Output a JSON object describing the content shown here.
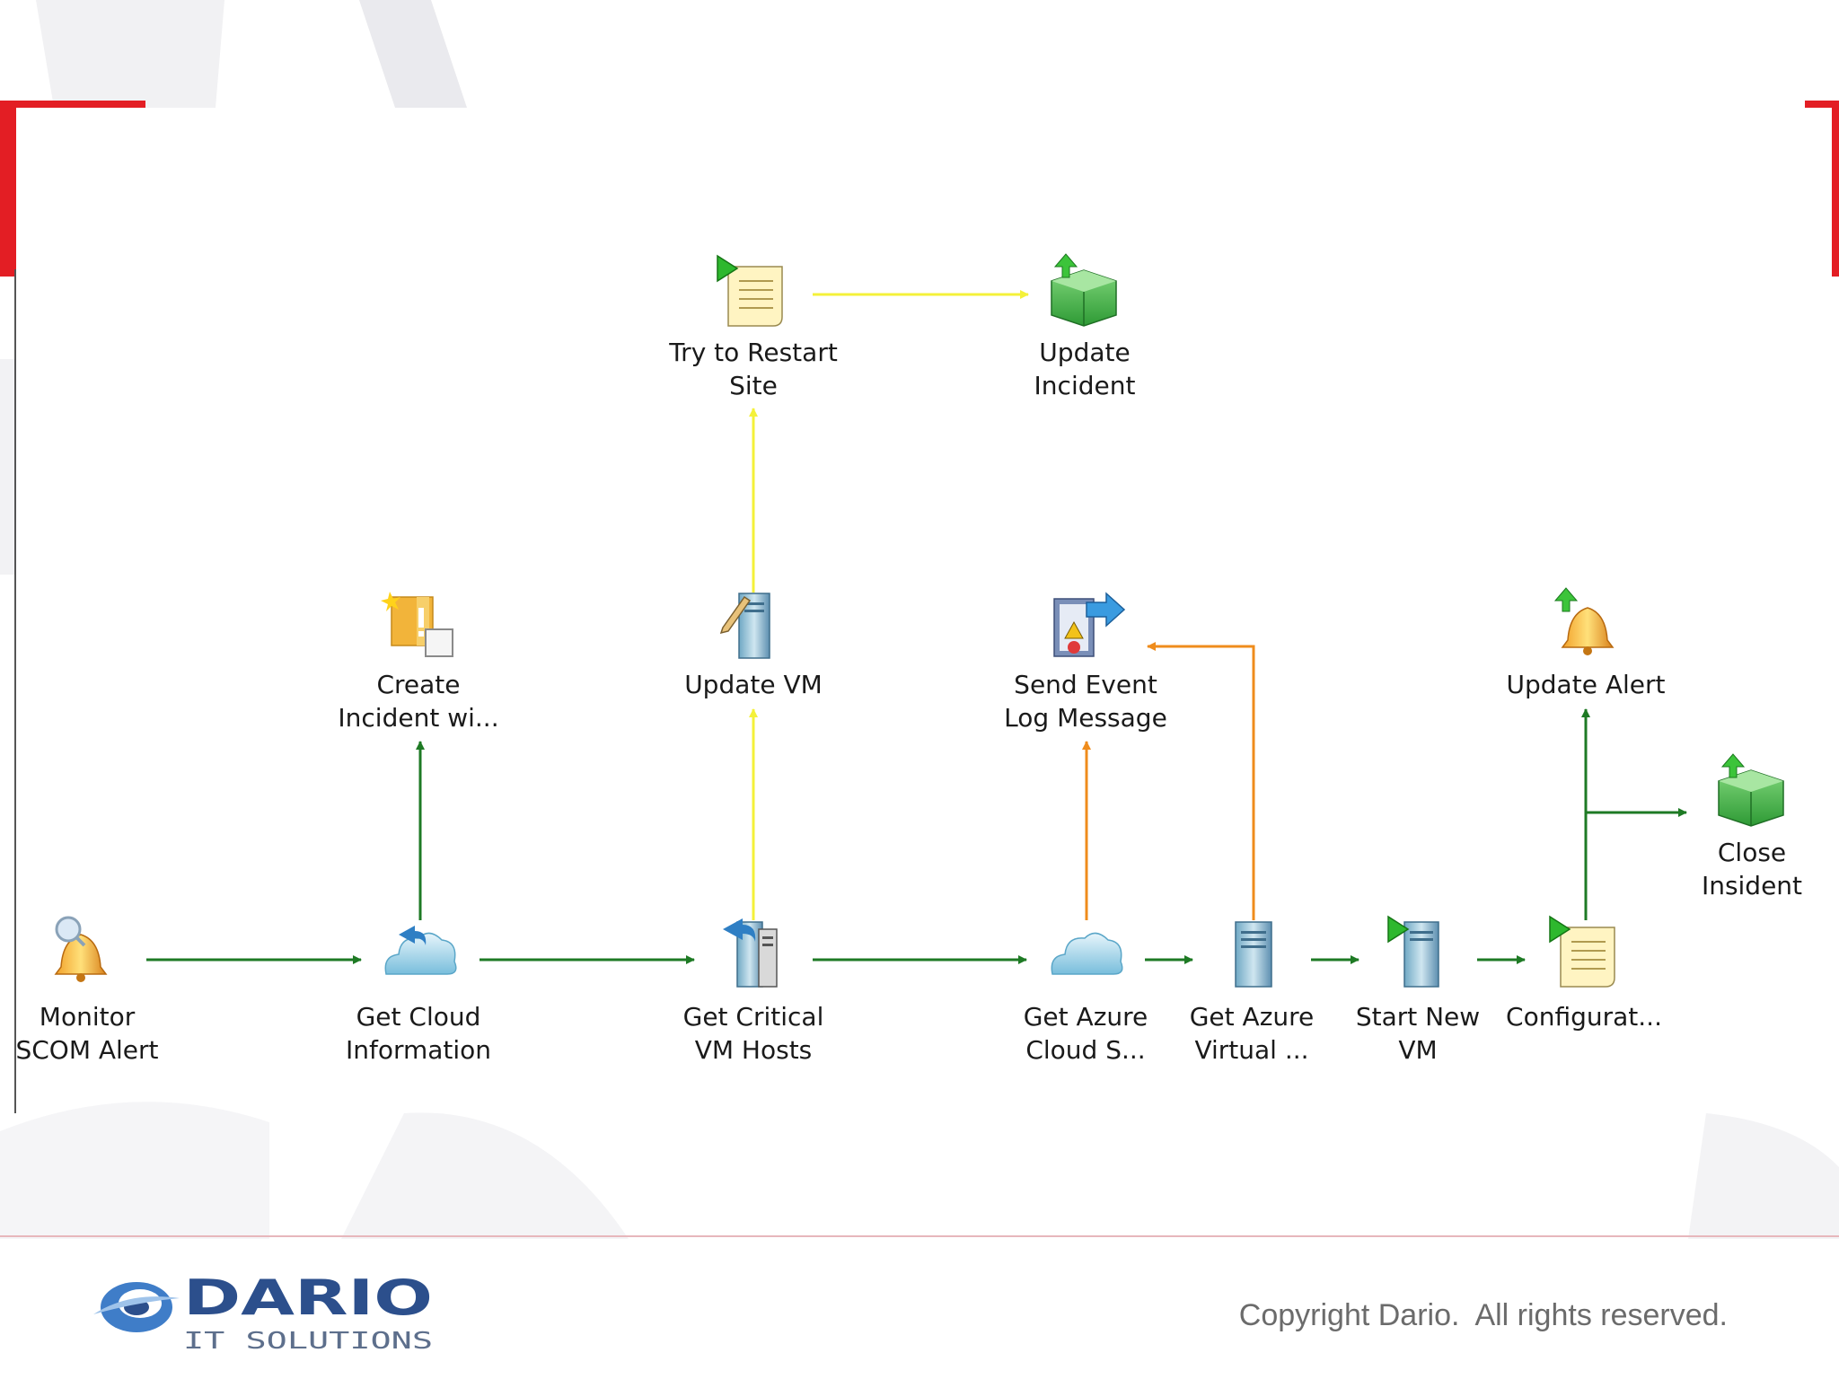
{
  "colors": {
    "accent_red": "#e31e24",
    "success_green": "#1e7a24",
    "warning_yellow": "#f4f13a",
    "failure_orange": "#ef8c1c",
    "brand_blue": "#2c4f8c"
  },
  "nodes": [
    {
      "id": "monitor",
      "icon": "alarm-bell-magnifier-icon",
      "line1": "Monitor",
      "line2": "SCOM Alert"
    },
    {
      "id": "getcloud",
      "icon": "cloud-arrow-icon",
      "line1": "Get Cloud",
      "line2": "Information"
    },
    {
      "id": "create",
      "icon": "incident-create-icon",
      "line1": "Create",
      "line2": "Incident wi..."
    },
    {
      "id": "critical",
      "icon": "server-arrow-icon",
      "line1": "Get Critical",
      "line2": "VM Hosts"
    },
    {
      "id": "updatevm",
      "icon": "server-pencil-icon",
      "line1": "Update VM",
      "line2": ""
    },
    {
      "id": "restart",
      "icon": "script-run-icon",
      "line1": "Try to Restart",
      "line2": "Site"
    },
    {
      "id": "upinc1",
      "icon": "green-box-arrow-icon",
      "line1": "Update",
      "line2": "Incident"
    },
    {
      "id": "azcloud",
      "icon": "cloud-icon",
      "line1": "Get Azure",
      "line2": "Cloud S..."
    },
    {
      "id": "event",
      "icon": "event-log-icon",
      "line1": "Send Event",
      "line2": "Log Message"
    },
    {
      "id": "azvirt",
      "icon": "server-icon",
      "line1": "Get Azure",
      "line2": "Virtual ..."
    },
    {
      "id": "startvm",
      "icon": "server-run-icon",
      "line1": "Start New",
      "line2": "VM"
    },
    {
      "id": "config",
      "icon": "script-run-icon",
      "line1": "Configurat...",
      "line2": ""
    },
    {
      "id": "upalert",
      "icon": "alarm-bell-arrow-icon",
      "line1": "Update Alert",
      "line2": ""
    },
    {
      "id": "closeinc",
      "icon": "green-box-arrow-icon",
      "line1": "Close",
      "line2": "Insident"
    }
  ],
  "footer": {
    "copyright": "Copyright Dario.  All rights reserved.",
    "logo_name": "DARIO",
    "logo_tagline": "IT SOLUTIONS"
  }
}
